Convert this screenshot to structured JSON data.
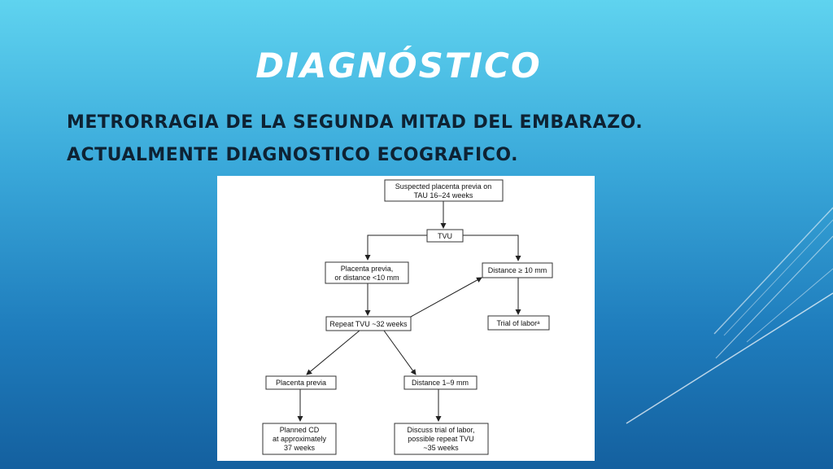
{
  "slide": {
    "title": "Diagnóstico",
    "bullets": [
      "Metrorragia de la segunda mitad del embarazo.",
      "Actualmente diagnostico ecografico."
    ]
  },
  "flowchart": {
    "nodes": {
      "start": [
        "Suspected placenta previa on",
        "TAU 16–24 weeks"
      ],
      "tvu": [
        "TVU"
      ],
      "pp_or_less10": [
        "Placenta previa,",
        "or distance <10 mm"
      ],
      "distance_ge10": [
        "Distance ≥ 10 mm"
      ],
      "repeat_tvu": [
        "Repeat TVU ~32 weeks"
      ],
      "trial_of_labor": [
        "Trial of laborᵃ"
      ],
      "placenta_previa": [
        "Placenta previa"
      ],
      "distance_1_9": [
        "Distance 1–9 mm"
      ],
      "planned_cd": [
        "Planned CD",
        "at approximately",
        "37 weeks"
      ],
      "discuss_trial": [
        "Discuss trial of labor,",
        "possible repeat TVU",
        "~35 weeks"
      ]
    }
  },
  "colors": {
    "bg_top": "#5fd3ef",
    "bg_bottom": "#14609f",
    "title": "#ffffff",
    "bullet_text": "#0e2233"
  }
}
